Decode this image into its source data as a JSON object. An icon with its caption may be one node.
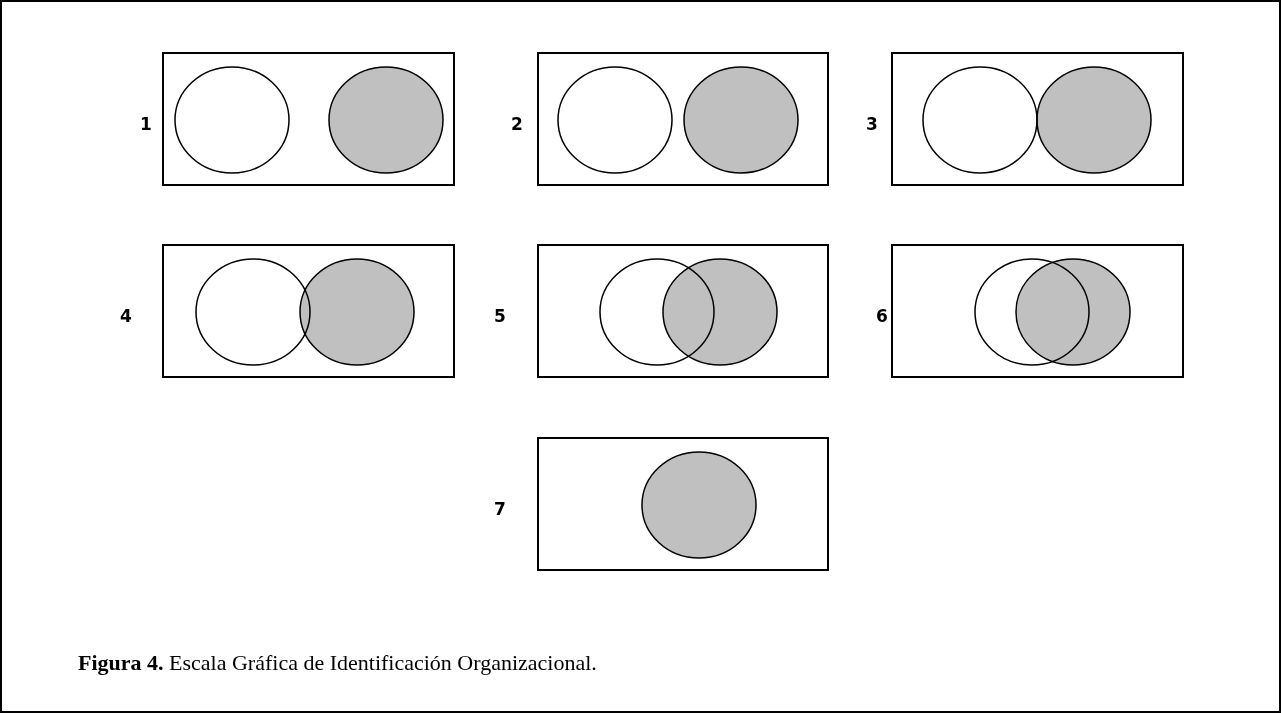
{
  "diagram": {
    "caption": "**Figura 4.** Escala Gráfica de Identificación Organizacional.",
    "nodes": [
      {
        "text": [],
        "shape": "box",
        "beside": [
          "1"
        ]
      },
      {
        "text": [],
        "shape": "circle",
        "in": 0
      },
      {
        "text": [],
        "shape": "circle",
        "in": 0
      },
      {
        "text": [],
        "shape": "box",
        "beside": [
          "2"
        ]
      },
      {
        "text": [],
        "shape": "circle",
        "in": 3
      },
      {
        "text": [],
        "shape": "circle",
        "in": 3
      },
      {
        "text": [],
        "shape": "box",
        "beside": [
          "3"
        ]
      },
      {
        "text": [],
        "shape": "circle",
        "in": 6
      },
      {
        "text": [],
        "shape": "circle",
        "in": 6
      },
      {
        "text": [],
        "shape": "box",
        "beside": [
          "4"
        ]
      },
      {
        "text": [],
        "shape": "circle",
        "in": 9
      },
      {
        "text": [],
        "shape": "circle",
        "in": 9
      },
      {
        "text": [],
        "shape": "box",
        "beside": [
          "5"
        ]
      },
      {
        "text": [],
        "shape": "circle",
        "in": 12
      },
      {
        "text": [],
        "shape": "circle",
        "in": 12
      },
      {
        "text": [],
        "shape": "box",
        "beside": [
          "6"
        ]
      },
      {
        "text": [],
        "shape": "circle",
        "in": 15
      },
      {
        "text": [],
        "shape": "circle",
        "in": 15
      },
      {
        "text": [],
        "shape": "box",
        "beside": [
          "7"
        ]
      },
      {
        "text": [],
        "shape": "circle",
        "in": 18
      }
    ]
  }
}
